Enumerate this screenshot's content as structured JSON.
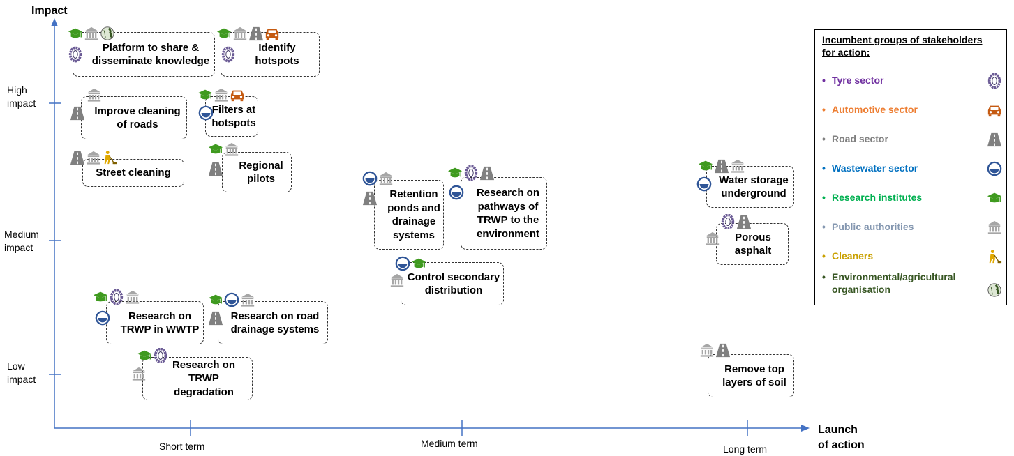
{
  "axes": {
    "y_title": "Impact",
    "x_title": "Launch\nof action",
    "y_ticks": [
      "High\nimpact",
      "Medium\nimpact",
      "Low\nimpact"
    ],
    "x_ticks": [
      "Short term",
      "Medium term",
      "Long term"
    ]
  },
  "legend": {
    "title": "Incumbent groups of stakeholders\nfor action:",
    "items": [
      {
        "label": "Tyre sector",
        "color": "#7030A0",
        "icon": "tyre-icon"
      },
      {
        "label": "Automotive sector",
        "color": "#ED7D31",
        "icon": "car-icon"
      },
      {
        "label": "Road sector",
        "color": "#7F7F7F",
        "icon": "road-icon"
      },
      {
        "label": "Wastewater sector",
        "color": "#0070C0",
        "icon": "drain-icon"
      },
      {
        "label": "Research institutes",
        "color": "#00B050",
        "icon": "graduation-cap-icon"
      },
      {
        "label": "Public authorities",
        "color": "#8497B0",
        "icon": "government-building-icon"
      },
      {
        "label": "Cleaners",
        "color": "#C9A000",
        "icon": "cleaner-icon"
      },
      {
        "label": "Environmental/agricultural\norganisation",
        "color": "#375623",
        "icon": "globe-icon"
      }
    ]
  },
  "actions": [
    {
      "id": "platform",
      "label": "Platform to share &\ndisseminate knowledge"
    },
    {
      "id": "hotspots",
      "label": "Identify\nhotspots"
    },
    {
      "id": "cleaning-roads",
      "label": "Improve cleaning\nof roads"
    },
    {
      "id": "filters",
      "label": "Filters at\nhotspots"
    },
    {
      "id": "street-cleaning",
      "label": "Street cleaning"
    },
    {
      "id": "regional-pilots",
      "label": "Regional\npilots"
    },
    {
      "id": "retention-ponds",
      "label": "Retention\nponds and\ndrainage\nsystems"
    },
    {
      "id": "pathways",
      "label": "Research on\npathways of\nTRWP to the\nenvironment"
    },
    {
      "id": "control-secondary",
      "label": "Control secondary\ndistribution"
    },
    {
      "id": "water-storage",
      "label": "Water storage\nunderground"
    },
    {
      "id": "porous-asphalt",
      "label": "Porous\nasphalt"
    },
    {
      "id": "wwtp",
      "label": "Research on\nTRWP in WWTP"
    },
    {
      "id": "road-drainage",
      "label": "Research on road\ndrainage systems"
    },
    {
      "id": "degradation",
      "label": "Research on TRWP\ndegradation"
    },
    {
      "id": "remove-soil",
      "label": "Remove top\nlayers of soil"
    }
  ]
}
